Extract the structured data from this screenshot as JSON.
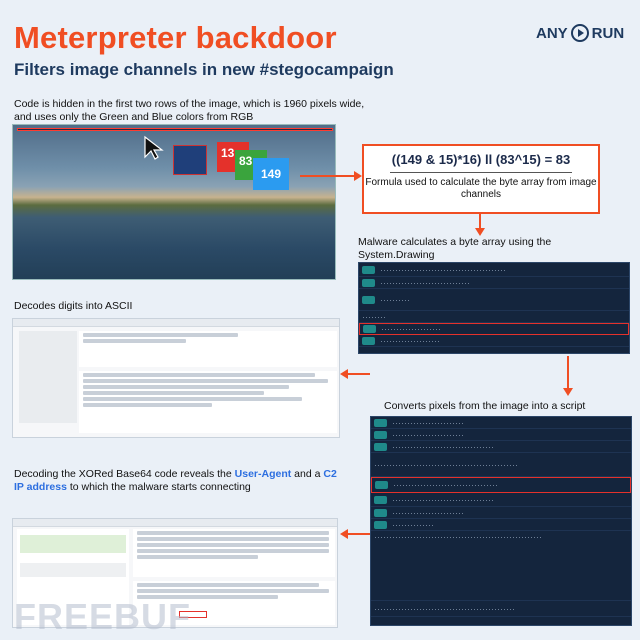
{
  "header": {
    "title": "Meterpreter backdoor",
    "subtitle": "Filters image channels in new #stegocampaign",
    "logo_left": "ANY",
    "logo_right": "RUN"
  },
  "captions": {
    "image_note": "Code is hidden in the first two rows of the image, which is 1960 pixels wide, and uses only the Green and Blue colors from RGB",
    "formula_note": "Formula used to calculate the byte array from image channels",
    "malware_note": "Malware calculates a byte array using the System.Drawing",
    "ascii_note": "Decodes digits into ASCII",
    "pixels_note": "Converts pixels from the image into a script",
    "xor_note_a": "Decoding the XORed Base64 code reveals the ",
    "xor_note_user_agent": "User-Agent",
    "xor_note_b": " and a ",
    "xor_note_c2": "C2 IP address",
    "xor_note_c": " to which the malware starts connecting"
  },
  "channels": {
    "red": "13",
    "green": "83",
    "blue": "149"
  },
  "formula": {
    "expression": "((149 & 15)*16) ll (83^15) = 83"
  },
  "watermark": "FREEBUF",
  "colors": {
    "accent": "#f04e23",
    "navy": "#1e3a5f",
    "highlight": "#2d6fe0"
  }
}
